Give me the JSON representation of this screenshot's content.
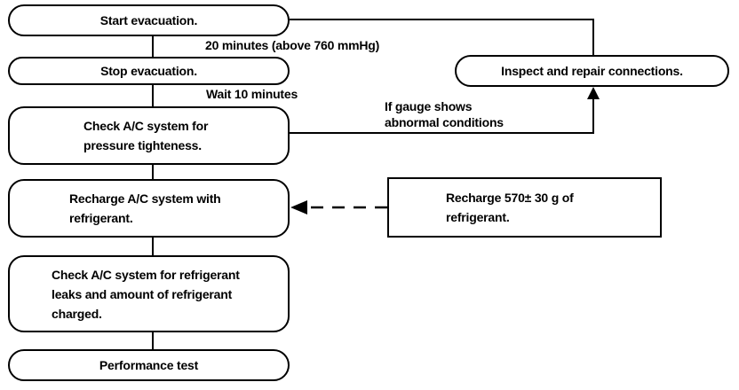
{
  "steps": {
    "start": "Start evacuation.",
    "stop": "Stop evacuation.",
    "check_tightness": [
      "Check A/C system for",
      "pressure tighteness."
    ],
    "recharge": [
      "Recharge A/C system with",
      "refrigerant."
    ],
    "check_leaks": [
      "Check A/C system for refrigerant",
      "leaks and amount of refrigerant",
      "charged."
    ],
    "performance": "Performance test",
    "inspect": "Inspect and repair connections."
  },
  "side_note": [
    "Recharge 570± 30 g of",
    "refrigerant."
  ],
  "labels": {
    "evacuation_time": "20 minutes (above 760 mmHg)",
    "wait": "Wait 10 minutes",
    "gauge_condition": [
      "If gauge shows",
      "abnormal conditions"
    ]
  }
}
